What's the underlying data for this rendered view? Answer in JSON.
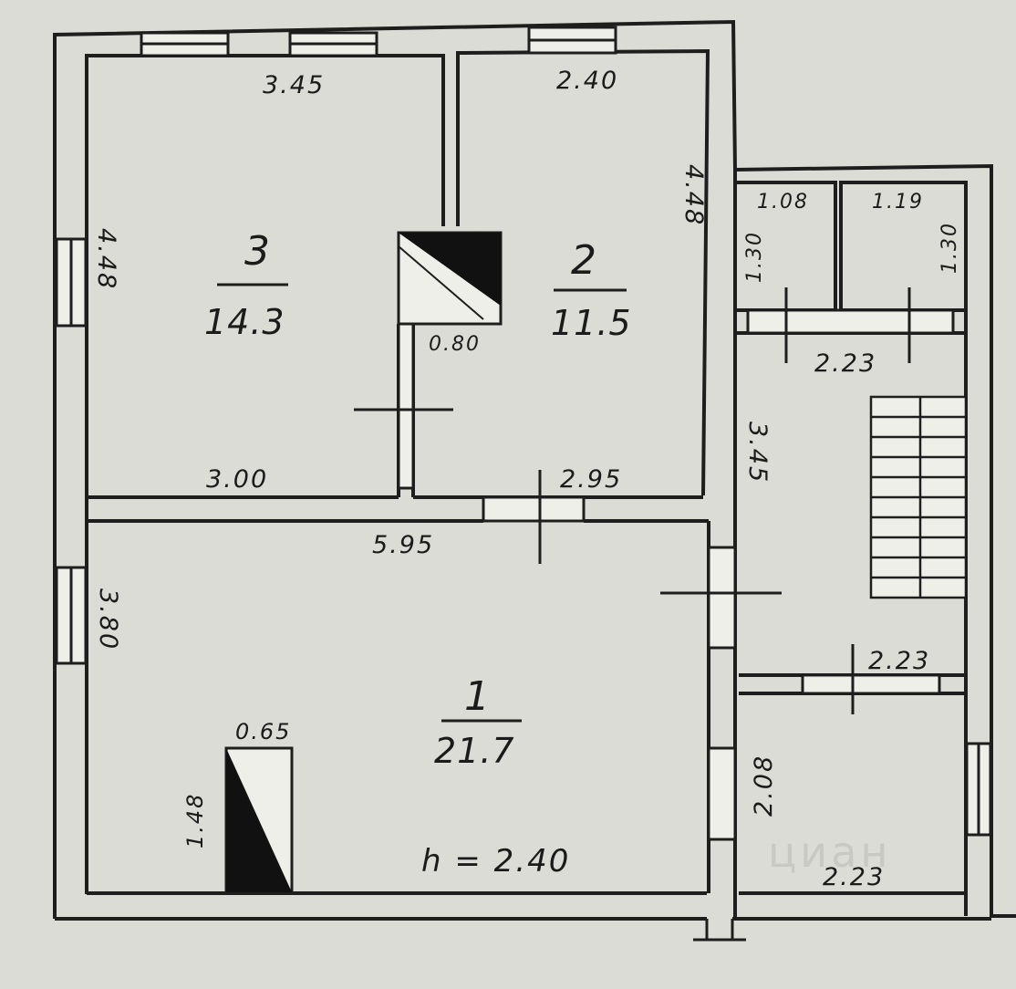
{
  "plan": {
    "rooms": [
      {
        "number": "1",
        "area": "21.7"
      },
      {
        "number": "2",
        "area": "11.5"
      },
      {
        "number": "3",
        "area": "14.3"
      }
    ],
    "dims": {
      "r3_top": "3.45",
      "r3_left": "4.48",
      "r3_bottom": "3.00",
      "r2_top": "2.40",
      "r2_right": "4.48",
      "r2_bottom": "2.95",
      "closet": "0.80",
      "r1_top": "5.95",
      "r1_left": "3.80",
      "chimney_w": "0.65",
      "chimney_h": "1.48",
      "wc1_w": "1.08",
      "wc2_w": "1.19",
      "wc1_h": "1.30",
      "wc2_h": "1.30",
      "hall_top": "2.23",
      "hall_side": "3.45",
      "hall_bottom": "2.23",
      "small_w": "2.23",
      "small_h": "2.08"
    },
    "ceiling_height": "h = 2.40",
    "watermark": "циан"
  }
}
